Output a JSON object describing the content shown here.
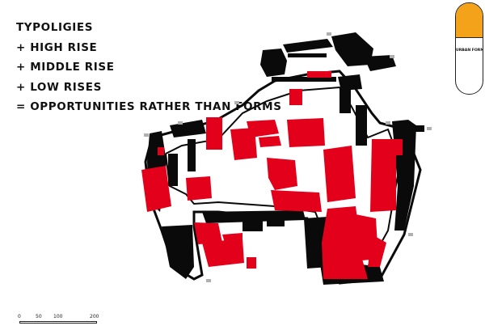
{
  "heading": {
    "title": "TYPOLIGIES",
    "items": [
      "+ HIGH RISE",
      "+ MIDDLE RISE",
      "+ LOW RISES",
      "= OPPORTUNITIES RATHER THAN FORMS"
    ]
  },
  "badge": {
    "label": "URBAN FORM",
    "accent": "#f5a21b"
  },
  "scale_bar": {
    "ticks": [
      "0",
      "50",
      "100",
      "200"
    ]
  },
  "colors": {
    "building_red": "#e3001b",
    "building_black": "#0a0a0a",
    "background": "#ffffff"
  }
}
